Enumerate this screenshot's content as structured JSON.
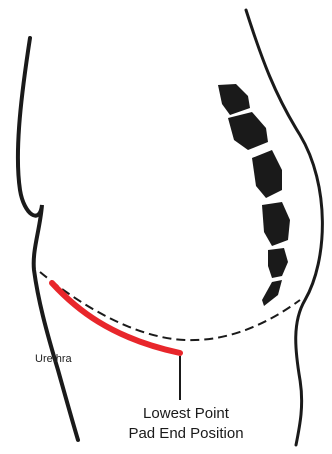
{
  "labels": {
    "urethra": "Urethra",
    "lowest_point": "Lowest Point",
    "pad_end_position": "Pad End Position"
  },
  "colors": {
    "outline": "#1a1a1a",
    "pad_line": "#e8262b",
    "vertebrae": "#1a1a1a",
    "background": "#ffffff"
  },
  "icons": {
    "body": "side-profile-torso-outline",
    "spine": "sacrum-vertebrae-icon"
  }
}
